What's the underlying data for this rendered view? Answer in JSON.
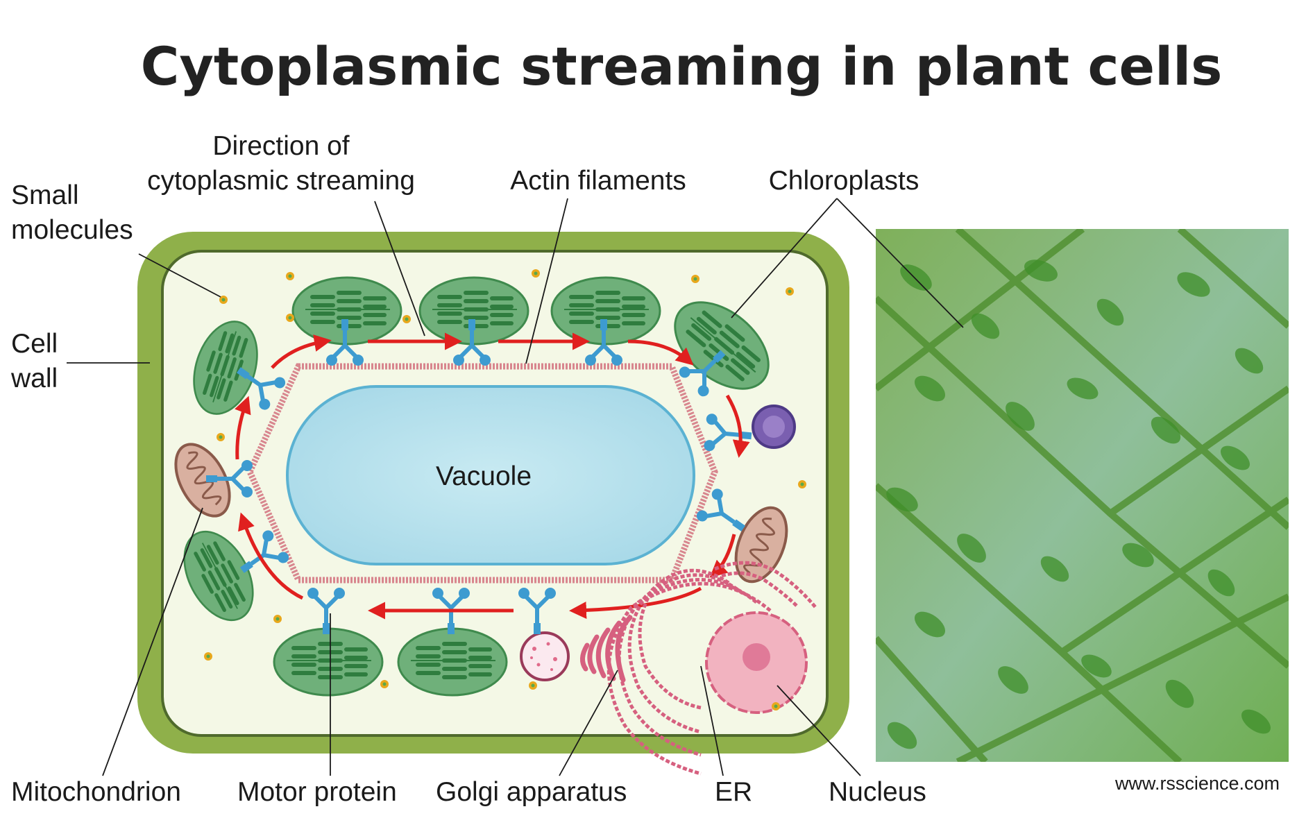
{
  "title": "Cytoplasmic streaming in plant cells",
  "labels": {
    "small_molecules": [
      "Small",
      "molecules"
    ],
    "cell_wall": [
      "Cell",
      "wall"
    ],
    "direction": [
      "Direction of",
      "cytoplasmic streaming"
    ],
    "actin": "Actin filaments",
    "chloroplasts": "Chloroplasts",
    "vacuole": "Vacuole",
    "mitochondrion": "Mitochondrion",
    "motor_protein": "Motor protein",
    "golgi": "Golgi apparatus",
    "er": "ER",
    "nucleus": "Nucleus"
  },
  "credit": "www.rsscience.com",
  "colors": {
    "cell_wall": "#8fb04a",
    "cytoplasm": "#f4f8e6",
    "vacuole": "#bde3ee",
    "chloroplast": "#6fb07a",
    "mitochondrion": "#d9b0a0",
    "motor_protein": "#3d9bd0",
    "arrow": "#e0201f",
    "nucleus": "#f2b3c0",
    "er_golgi": "#d6607f",
    "micrograph_green": "#5fa63a"
  }
}
